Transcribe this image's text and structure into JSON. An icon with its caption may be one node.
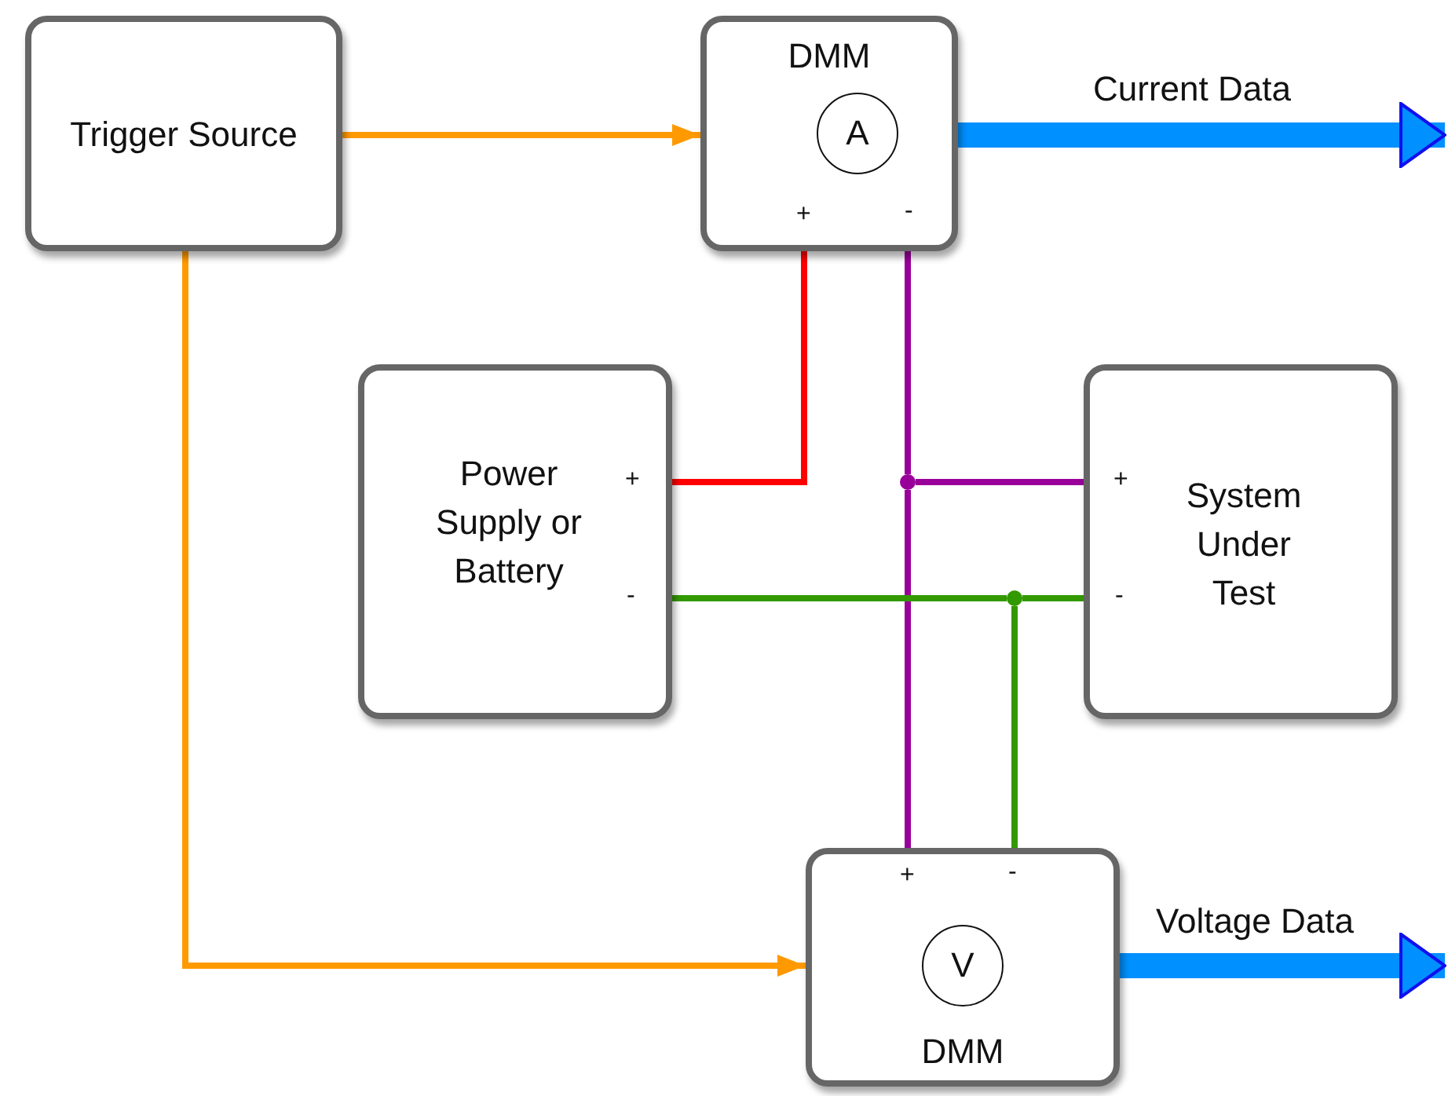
{
  "diagram": {
    "nodes": [
      {
        "text": [
          "Trigger Source"
        ]
      },
      {
        "text": [
          "DMM"
        ]
      },
      {
        "text": [
          "A"
        ],
        "in": 1
      },
      {
        "text": [
          "Power Supply or Battery"
        ]
      },
      {
        "text": [
          "System Under Test"
        ]
      },
      {
        "text": [
          "DMM"
        ]
      },
      {
        "text": [
          "V"
        ],
        "in": 5
      },
      {
        "text": [],
        "shape": "circle"
      },
      {
        "text": [],
        "shape": "circle"
      }
    ],
    "edges": [
      {
        "from": 0,
        "to": 1,
        "arrow": "to",
        "color": "#ff9900"
      },
      {
        "from": 0,
        "to": 5,
        "arrow": "to",
        "color": "#ff9900"
      },
      {
        "from": 1,
        "to": 3,
        "arrow": "none",
        "color": "#ff0000"
      },
      {
        "from": 1,
        "to": 7,
        "arrow": "none",
        "color": "#990099"
      },
      {
        "from": 7,
        "to": 5,
        "arrow": "none",
        "color": "#990099"
      },
      {
        "from": 7,
        "to": 4,
        "arrow": "none",
        "color": "#990099"
      },
      {
        "from": 3,
        "to": 8,
        "arrow": "none",
        "color": "#339900"
      },
      {
        "from": 8,
        "to": 4,
        "arrow": "none",
        "color": "#339900"
      },
      {
        "from": 8,
        "to": 5,
        "arrow": "none",
        "color": "#339900"
      },
      {
        "from": 1,
        "to": null,
        "arrow": "to",
        "label": "Current Data",
        "style": "thick",
        "color": "#0090ff"
      },
      {
        "from": 5,
        "to": null,
        "arrow": "to",
        "label": "Voltage Data",
        "style": "thick",
        "color": "#0090ff"
      }
    ],
    "labels": [
      "+",
      "-",
      "+",
      "+",
      "-",
      "-",
      "+",
      "-"
    ]
  }
}
